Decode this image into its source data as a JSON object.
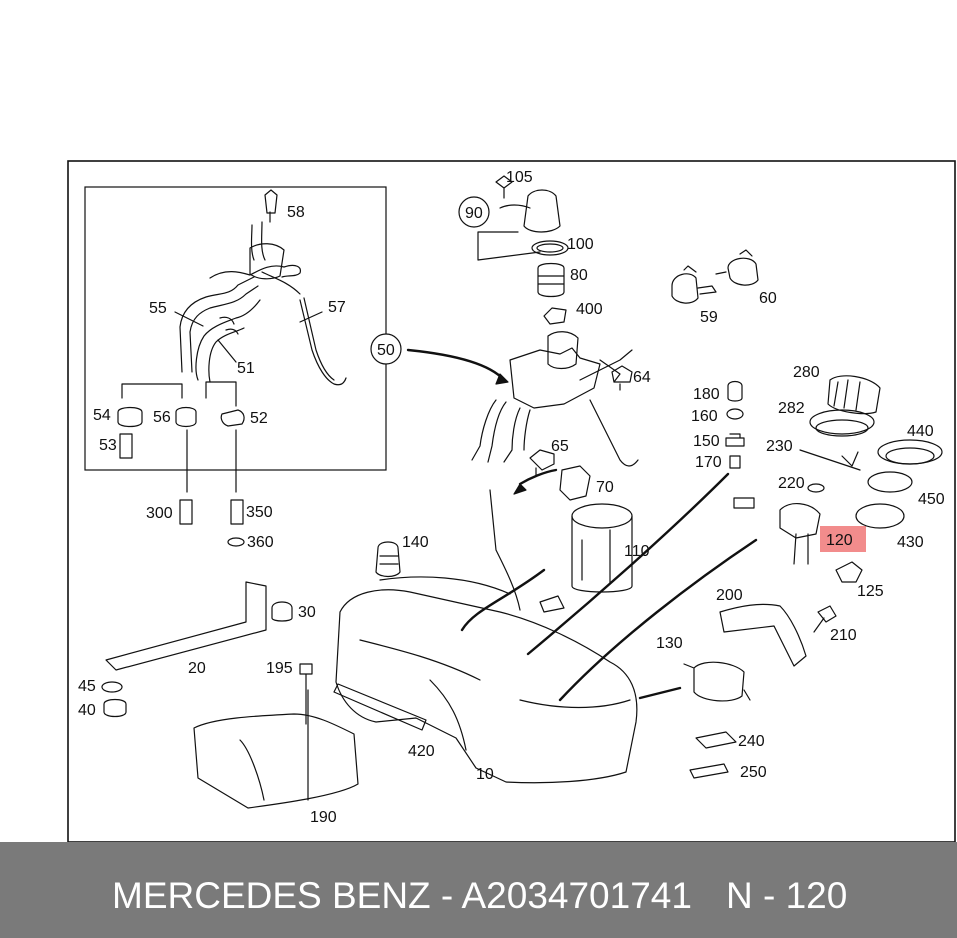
{
  "highlight_color": "#f28c8c",
  "labels": {
    "l105": "105",
    "l90": "90",
    "l100": "100",
    "l80": "80",
    "l400": "400",
    "l58": "58",
    "l55": "55",
    "l57": "57",
    "l51": "51",
    "l50": "50",
    "l54": "54",
    "l56": "56",
    "l52": "52",
    "l53": "53",
    "l300": "300",
    "l350": "350",
    "l360": "360",
    "l59": "59",
    "l60": "60",
    "l64": "64",
    "l65": "65",
    "l70": "70",
    "l180": "180",
    "l160": "160",
    "l150": "150",
    "l170": "170",
    "l280": "280",
    "l282": "282",
    "l230": "230",
    "l440": "440",
    "l220": "220",
    "l450": "450",
    "l120": "120",
    "l430": "430",
    "l125": "125",
    "l110": "110",
    "l140": "140",
    "l30": "30",
    "l20": "20",
    "l45": "45",
    "l40": "40",
    "l195": "195",
    "l200": "200",
    "l210": "210",
    "l130": "130",
    "l420": "420",
    "l10": "10",
    "l240": "240",
    "l250": "250",
    "l190": "190"
  },
  "footer": {
    "title": "MERCEDES BENZ - A2034701741",
    "code": "N - 120"
  }
}
